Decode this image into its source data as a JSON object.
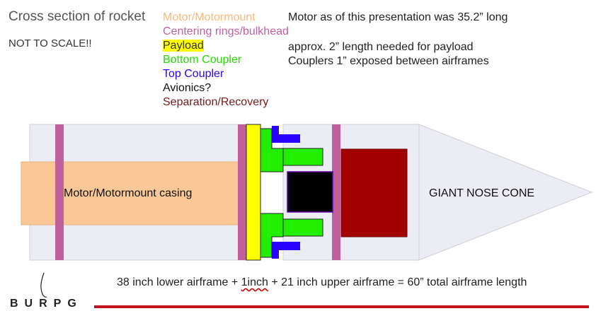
{
  "title": "Cross section of rocket",
  "subtitle": "NOT TO SCALE!!",
  "legend": [
    {
      "label": "Motor/Motormount",
      "color": "#f9b97a",
      "highlight": ""
    },
    {
      "label": "Centering rings/bulkhead",
      "color": "#c060a0",
      "highlight": ""
    },
    {
      "label": "Payload",
      "color": "#333333",
      "highlight": "#ffff00"
    },
    {
      "label": "Bottom Coupler",
      "color": "#22dd00",
      "highlight": ""
    },
    {
      "label": "Top Coupler",
      "color": "#2a00ff",
      "highlight": ""
    },
    {
      "label": "Avionics?",
      "color": "#111111",
      "highlight": ""
    },
    {
      "label": "Separation/Recovery",
      "color": "#7a1a1a",
      "highlight": ""
    }
  ],
  "notes": [
    "Motor as of this presentation was 35.2” long",
    "approx. 2” length needed for payload",
    "Couplers 1” exposed between airframes"
  ],
  "diagram": {
    "motor_label": "Motor/Motormount casing",
    "nose_label": "GIANT NOSE CONE"
  },
  "caption": {
    "before": "38 inch lower airframe + ",
    "underlined": "1inch",
    "after": " + 21 inch upper airframe = 60” total airframe length"
  },
  "logo": "BURPG",
  "colors": {
    "airframe": "#ececf4",
    "motor": "#f9c896",
    "ring": "#c0609a",
    "payload": "#ffff00",
    "bottom_coupler": "#22ee00",
    "top_coupler": "#2a00ff",
    "avionics": "#000000",
    "recovery": "#a30000",
    "footer_rule": "#c1121f"
  }
}
